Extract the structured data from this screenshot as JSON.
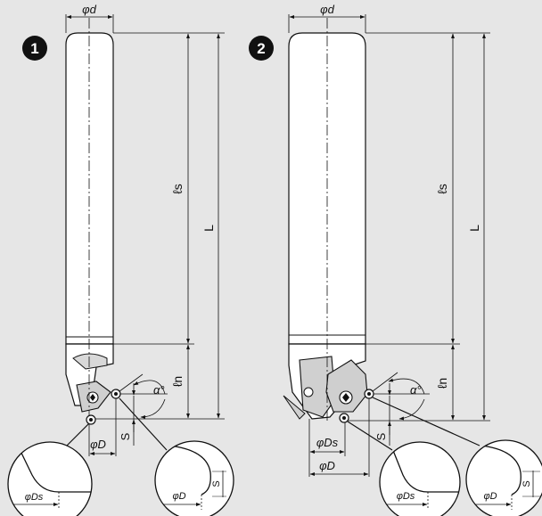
{
  "figure": {
    "background": "#e6e6e6",
    "shank_fill": "#ffffff",
    "line_color": "#111111",
    "marker_color": "#111111",
    "tools": [
      {
        "marker": "1",
        "labels": {
          "d": "φd",
          "ls": "ℓs",
          "L": "L",
          "ln": "ℓn",
          "alpha": "α°",
          "S": "S",
          "D": "φD",
          "detail_left_Ds": "φDs",
          "detail_right_D": "φD",
          "detail_right_S": "S"
        }
      },
      {
        "marker": "2",
        "labels": {
          "d": "φd",
          "ls": "ℓs",
          "L": "L",
          "ln": "ℓn",
          "alpha": "α°",
          "S": "S",
          "Ds": "φDs",
          "D": "φD",
          "detail_left_Ds": "φDs",
          "detail_right_D": "φD",
          "detail_right_S": "S"
        }
      }
    ]
  }
}
